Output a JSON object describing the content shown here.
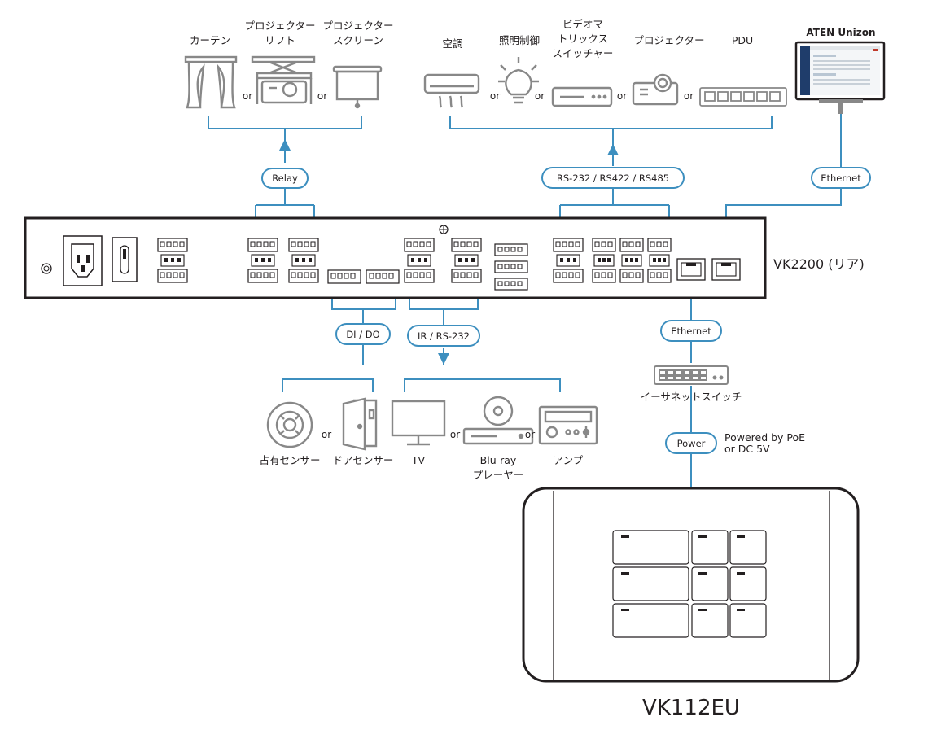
{
  "top_left_devices": [
    {
      "label": "カーテン",
      "icon": "curtain-icon"
    },
    {
      "label_line1": "プロジェクター",
      "label_line2": "リフト",
      "icon": "projector-lift-icon"
    },
    {
      "label_line1": "プロジェクター",
      "label_line2": "スクリーン",
      "icon": "projector-screen-icon"
    }
  ],
  "top_right_devices": [
    {
      "label": "空調",
      "icon": "air-conditioner-icon"
    },
    {
      "label": "照明制御",
      "icon": "light-bulb-icon"
    },
    {
      "label_line1": "ビデオマ",
      "label_line2": "トリックス",
      "label_line3": "スイッチャー",
      "icon": "matrix-switcher-icon"
    },
    {
      "label": "プロジェクター",
      "icon": "projector-icon"
    },
    {
      "label": "PDU",
      "icon": "pdu-icon"
    }
  ],
  "unizon": {
    "label": "ATEN Unizon",
    "icon": "monitor-icon"
  },
  "or_text": "or",
  "connections": {
    "relay": "Relay",
    "rs": "RS-232 / RS422 / RS485",
    "ethernet_top": "Ethernet",
    "dido": "DI / DO",
    "ir": "IR / RS-232",
    "ethernet_bottom": "Ethernet",
    "power": "Power"
  },
  "main_device": {
    "label": "VK2200 (リア)"
  },
  "bottom_left_devices": [
    {
      "label": "占有センサー",
      "icon": "occupancy-sensor-icon"
    },
    {
      "label": "ドアセンサー",
      "icon": "door-sensor-icon"
    }
  ],
  "bottom_mid_devices": [
    {
      "label": "TV",
      "icon": "tv-icon"
    },
    {
      "label_line1": "Blu-ray",
      "label_line2": "プレーヤー",
      "icon": "bluray-player-icon"
    },
    {
      "label": "アンプ",
      "icon": "amplifier-icon"
    }
  ],
  "switch": {
    "label": "イーサネットスイッチ",
    "icon": "ethernet-switch-icon"
  },
  "power_note": {
    "line1": "Powered by PoE",
    "line2": "or DC 5V"
  },
  "panel": {
    "label": "VK112EU"
  },
  "colors": {
    "line": "#3d8fbf",
    "outline": "#231f20",
    "device": "#888888"
  }
}
